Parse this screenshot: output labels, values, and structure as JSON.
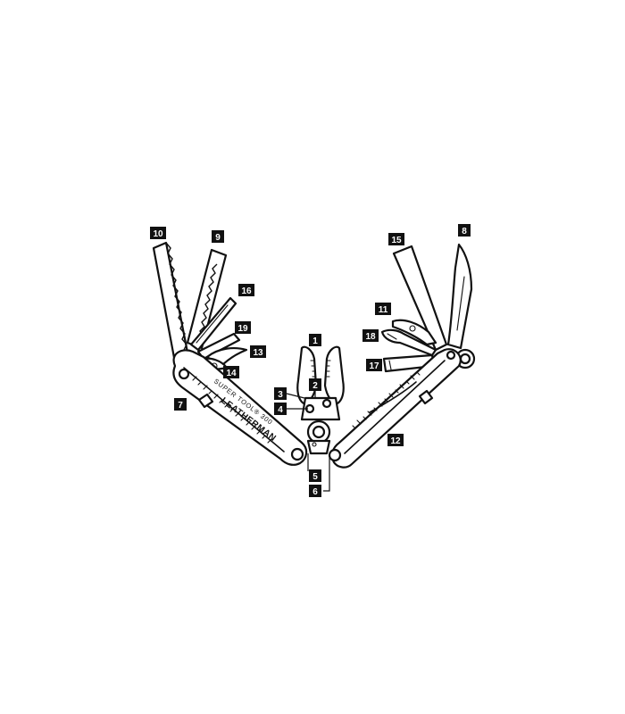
{
  "diagram": {
    "brand_text": "LEATHERMAN",
    "model_text": "SUPER TOOL® 300",
    "callouts": {
      "c1": "1",
      "c2": "2",
      "c3": "3",
      "c4": "4",
      "c5": "5",
      "c6": "6",
      "c7": "7",
      "c8": "8",
      "c9": "9",
      "c10": "10",
      "c11": "11",
      "c12": "12",
      "c13": "13",
      "c14": "14",
      "c15": "15",
      "c16": "16",
      "c17": "17",
      "c18": "18",
      "c19": "19"
    }
  }
}
